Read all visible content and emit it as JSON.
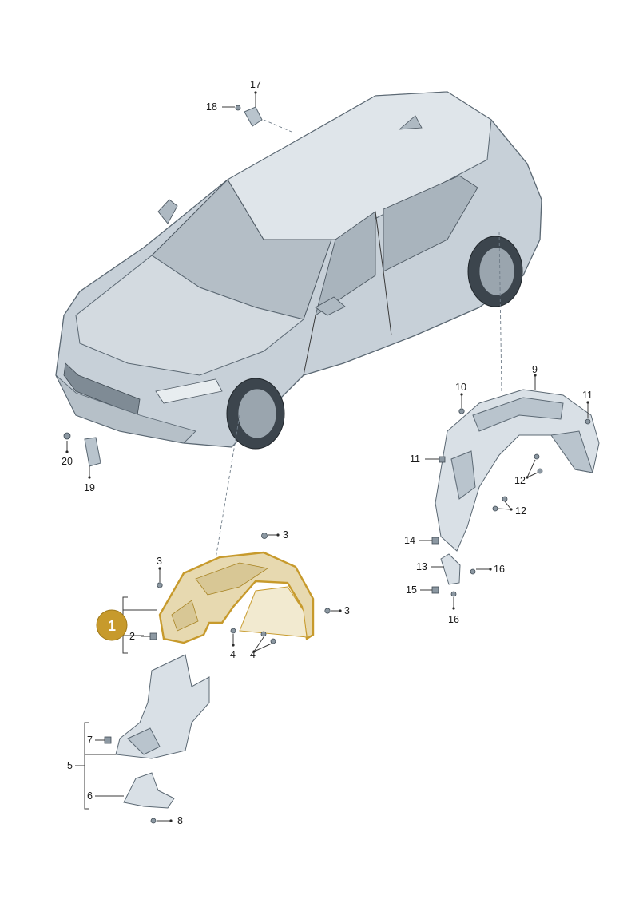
{
  "colors": {
    "highlight_badge": "#c79a2c",
    "highlight_part": "#e7d9b0",
    "part_fill": "#d9e0e6",
    "car_body": "#c7d0d8",
    "glass": "#b9c3ca",
    "outline": "#5b6873"
  },
  "callouts": {
    "badge_1": "1",
    "l2": "2",
    "l3a": "3",
    "l3b": "3",
    "l3c": "3",
    "l4a": "4",
    "l4b": "4",
    "l5": "5",
    "l6": "6",
    "l7": "7",
    "l8": "8",
    "l9": "9",
    "l10": "10",
    "l11a": "11",
    "l11b": "11",
    "l12a": "12",
    "l12b": "12",
    "l13": "13",
    "l14": "14",
    "l15": "15",
    "l16a": "16",
    "l16b": "16",
    "l17": "17",
    "l18": "18",
    "l19": "19",
    "l20": "20"
  }
}
